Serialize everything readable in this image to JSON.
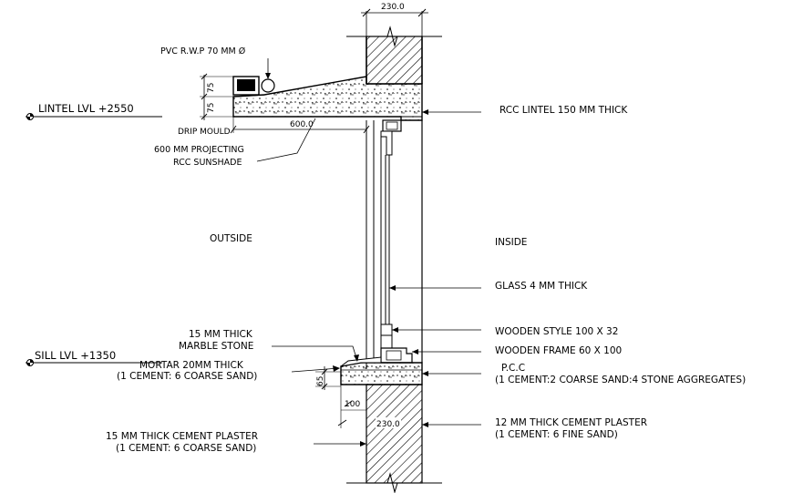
{
  "title": "",
  "dimensions": {
    "wall_width": "230.0",
    "projection": "600.0",
    "sill_wall": "230.0",
    "sill_height": "100",
    "sunshade_top": "75",
    "sunshade_bottom": "75",
    "sill_step": "65"
  },
  "levels": {
    "lintel": "LINTEL LVL +2550",
    "sill": "SILL LVL +1350"
  },
  "zones": {
    "outside": "OUTSIDE",
    "inside": "INSIDE"
  },
  "labels": {
    "pvc_rwp": "PVC R.W.P 70 MM Ø",
    "drip_mould": "DRIP MOULD",
    "sunshade_line1": "600 MM PROJECTING",
    "sunshade_line2": "RCC SUNSHADE",
    "rcc_lintel": "RCC LINTEL 150 MM THICK",
    "glass": "GLASS 4 MM THICK",
    "wooden_style": "WOODEN STYLE 100 X 32",
    "wooden_frame": "WOODEN FRAME 60 X 100",
    "marble_line1": "15 MM  THICK",
    "marble_line2": "MARBLE STONE",
    "mortar_line1": "MORTAR 20MM THICK",
    "mortar_line2": "(1 CEMENT: 6 COARSE SAND)",
    "pcc_line1": "P.C.C",
    "pcc_line2": "(1 CEMENT:2 COARSE SAND:4 STONE AGGREGATES)",
    "plaster_out_line1": "15 MM THICK CEMENT PLASTER",
    "plaster_out_line2": "(1 CEMENT: 6 COARSE SAND)",
    "plaster_in_line1": "12 MM THICK CEMENT PLASTER",
    "plaster_in_line2": "(1 CEMENT: 6 FINE SAND)"
  }
}
